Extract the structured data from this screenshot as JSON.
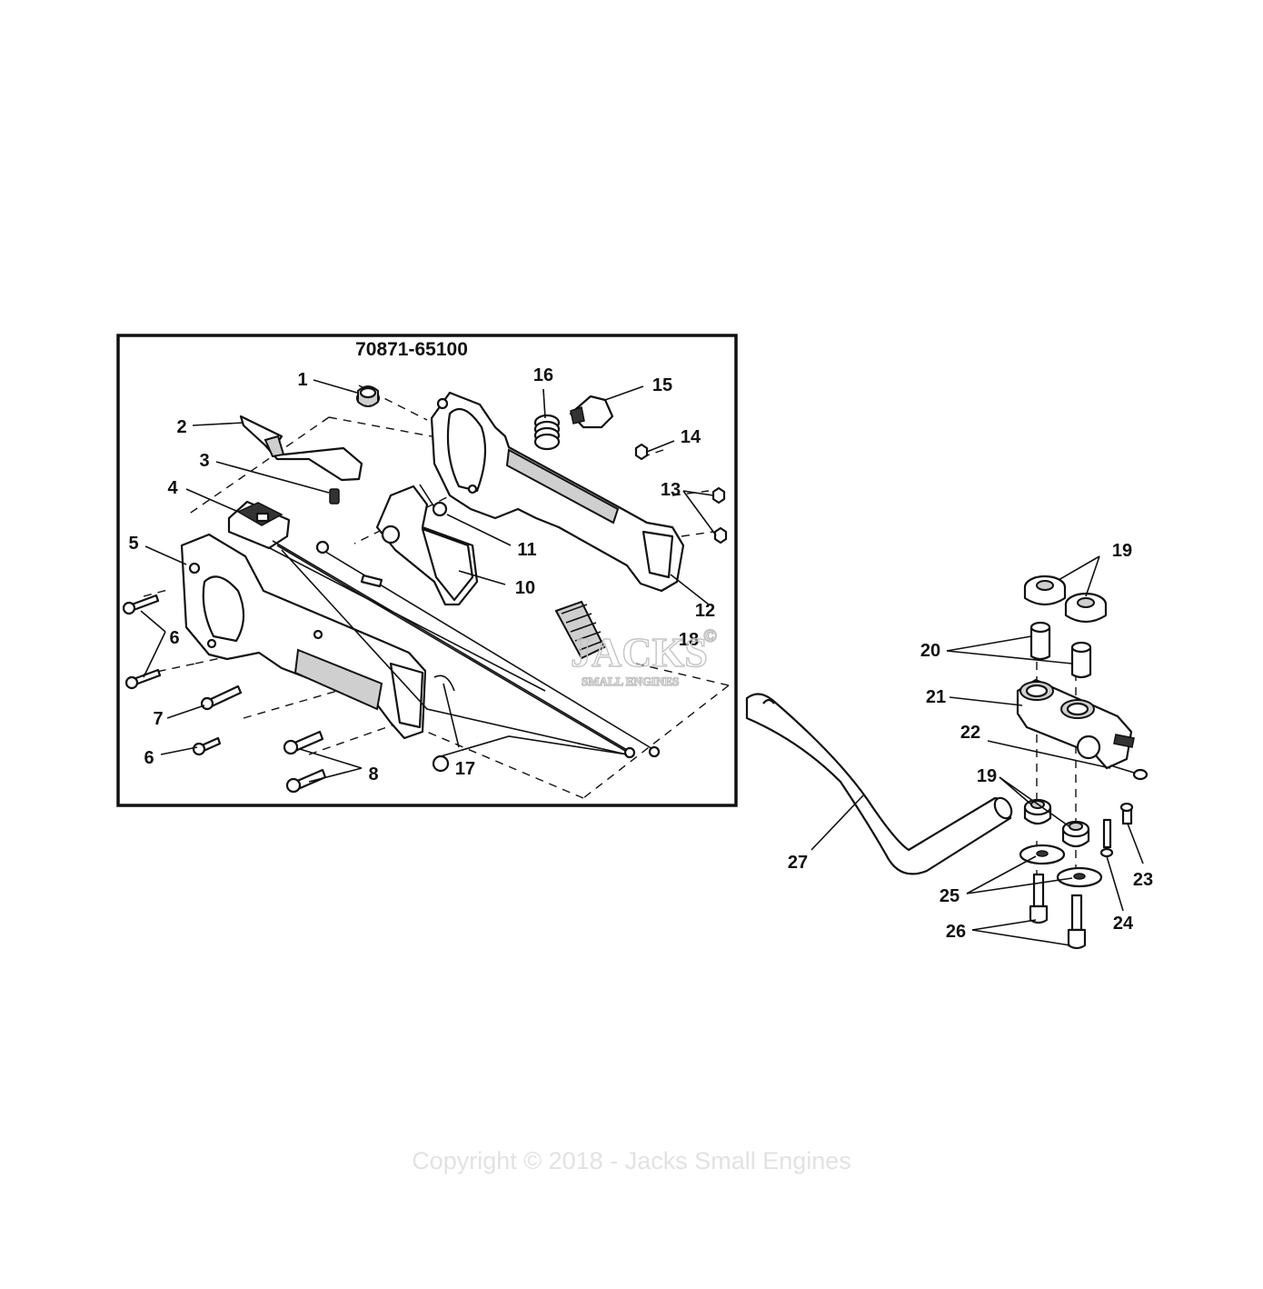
{
  "kit_number": "70871-65100",
  "callouts": [
    "1",
    "2",
    "3",
    "4",
    "5",
    "6",
    "6",
    "7",
    "8",
    "10",
    "11",
    "12",
    "13",
    "14",
    "15",
    "16",
    "17",
    "18",
    "19",
    "19",
    "20",
    "21",
    "22",
    "23",
    "24",
    "25",
    "26",
    "27"
  ],
  "watermark": "Copyright © 2018 - Jacks Small Engines",
  "logo": {
    "main": "JACKS",
    "sub": "SMALL ENGINES",
    "mark": "©"
  }
}
